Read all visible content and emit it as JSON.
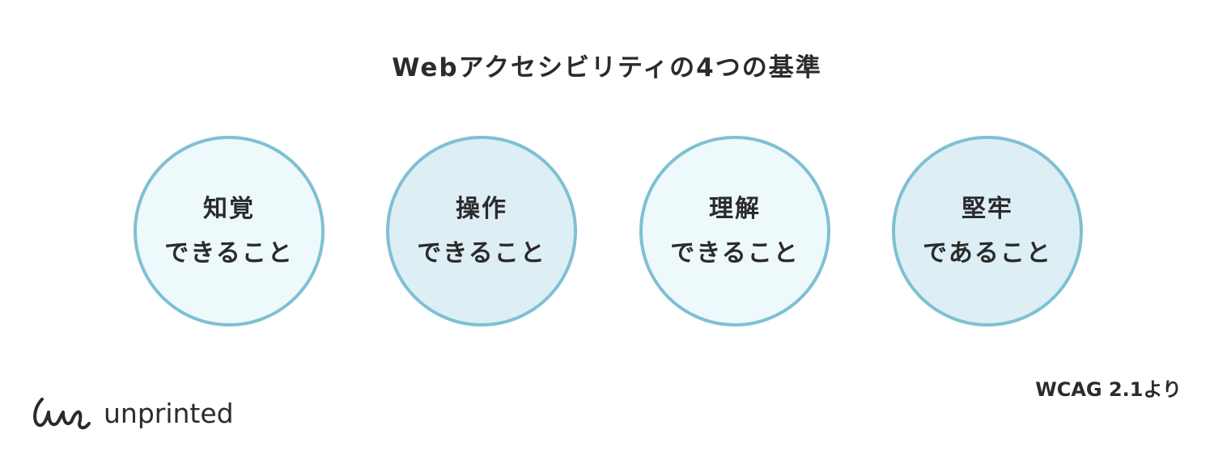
{
  "title": "Webアクセシビリティの4つの基準",
  "principles": [
    {
      "line1": "知覚",
      "line2": "できること"
    },
    {
      "line1": "操作",
      "line2": "できること"
    },
    {
      "line1": "理解",
      "line2": "できること"
    },
    {
      "line1": "堅牢",
      "line2": "であること"
    }
  ],
  "source": "WCAG 2.1より",
  "logo": {
    "text": "unprinted"
  },
  "colors": {
    "border": "#7fc0d3",
    "fill_light": "#eef9fc",
    "fill_dark": "#ddeef5",
    "text": "#2b2b2b"
  }
}
